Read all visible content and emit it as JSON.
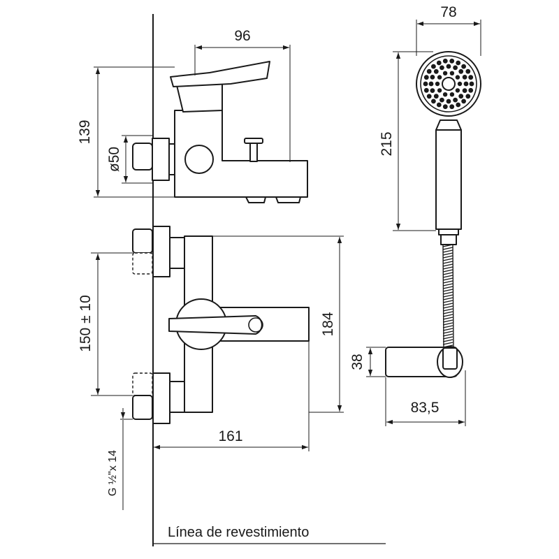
{
  "dimensions": {
    "side_width": "96",
    "side_height": "139",
    "inlet_diameter": "ø50",
    "centers": "150 ± 10",
    "front_height": "184",
    "front_length": "161",
    "thread": "G ½\"x 14",
    "shower_width": "78",
    "shower_height": "215",
    "holder_height": "38",
    "holder_depth": "83,5"
  },
  "wall_line_label": "Línea de revestimiento"
}
